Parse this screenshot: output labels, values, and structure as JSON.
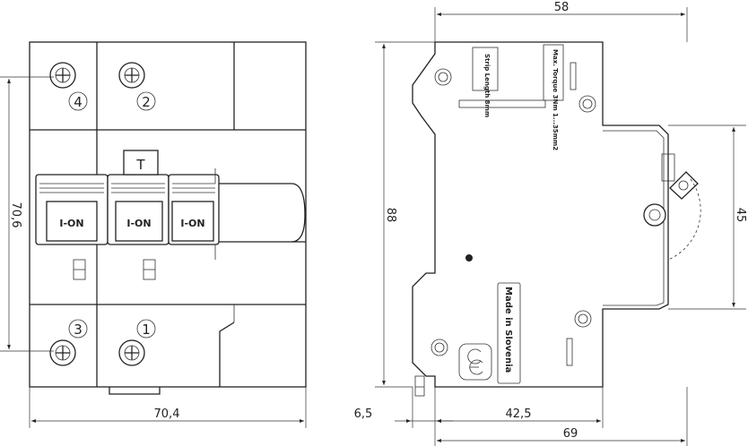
{
  "front_view": {
    "switch_labels": [
      "I-ON",
      "I-ON",
      "I-ON"
    ],
    "terminal_numbers": [
      "4",
      "2",
      "3",
      "1"
    ],
    "test_button_label": "T",
    "width_dimension": "70,4",
    "height_dimension": "70,6"
  },
  "side_view": {
    "top_dimension": "58",
    "height_dimension": "88",
    "right_dimension": "45",
    "bottom_left_dimension": "6,5",
    "bottom_middle_dimension": "42,5",
    "bottom_total_dimension": "69",
    "origin_label": "Made in Slovenia",
    "label_strip": "Strip Length 8mm",
    "label_torque": "Max. Torque 3Nm 1...35mm2"
  },
  "colors": {
    "line": "#222222",
    "background": "#ffffff"
  }
}
